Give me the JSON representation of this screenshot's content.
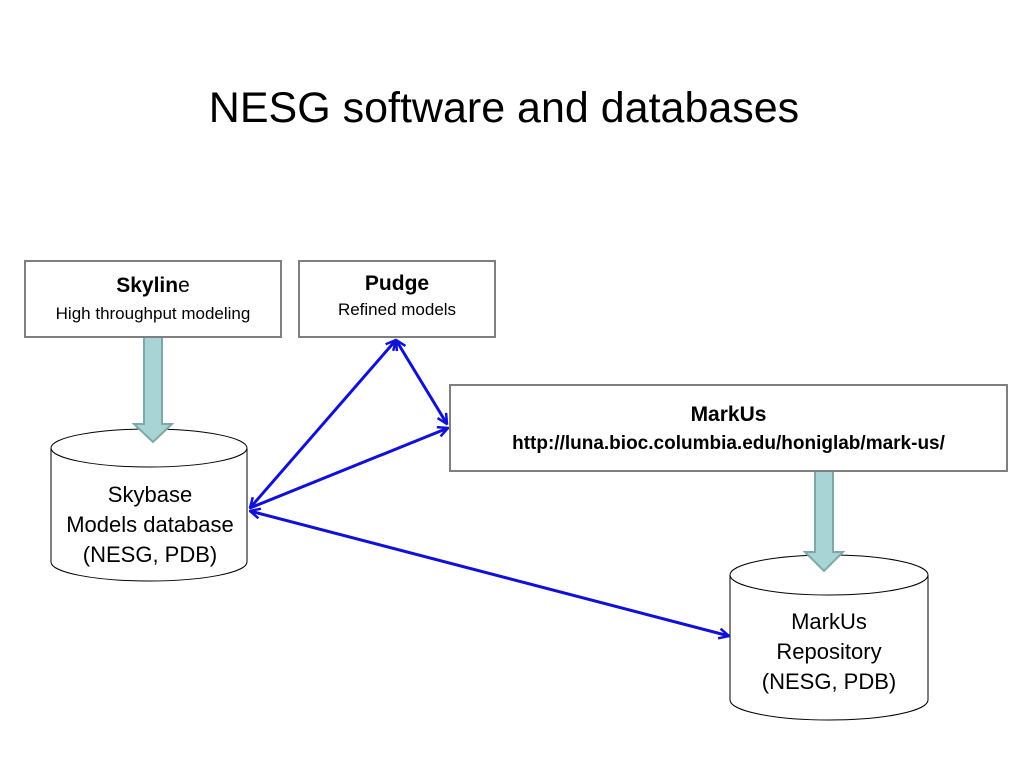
{
  "slide": {
    "title": "NESG software and databases"
  },
  "skyline": {
    "name_bold": "Skylin",
    "name_rest": "e",
    "subtitle": "High throughput modeling"
  },
  "pudge": {
    "name": "Pudge",
    "subtitle": "Refined models"
  },
  "markus": {
    "name": "MarkUs",
    "url": "http://luna.bioc.columbia.edu/honiglab/mark-us/"
  },
  "skybase": {
    "line1": "Skybase",
    "line2": "Models database",
    "line3": "(NESG, PDB)"
  },
  "markus_repository": {
    "line1": "MarkUs",
    "line2": "Repository",
    "line3": "(NESG, PDB)"
  },
  "colors": {
    "connector": "#1010d8",
    "flow_arrow_fill": "#a8d4d6",
    "flow_arrow_stroke": "#7fa8aa",
    "box_border": "#7f7f7f"
  }
}
